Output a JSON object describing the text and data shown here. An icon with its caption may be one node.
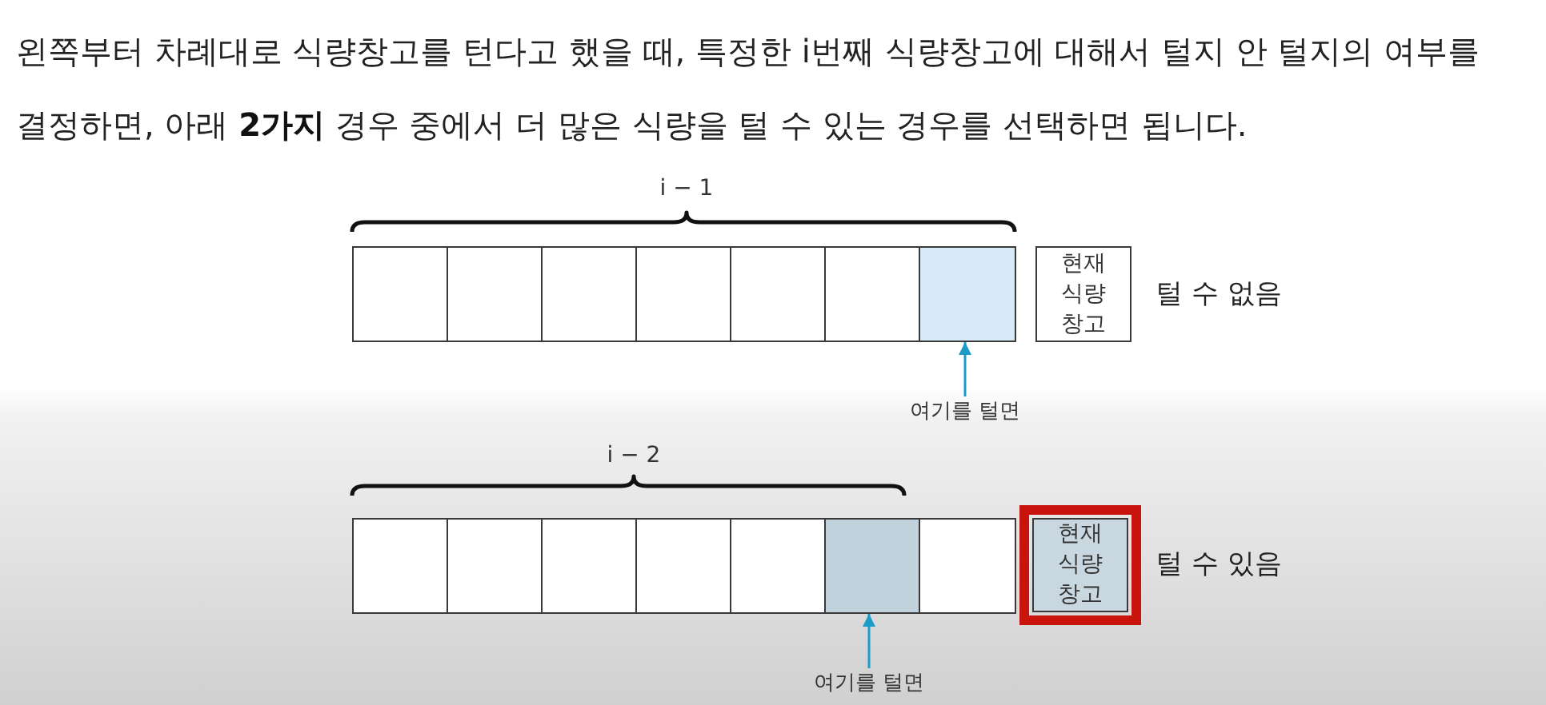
{
  "diagram": {
    "nodes": [
      {
        "text": [],
        "shape": "box"
      },
      {
        "text": [],
        "shape": "box"
      },
      {
        "text": [],
        "shape": "box"
      },
      {
        "text": [],
        "shape": "box"
      },
      {
        "text": [],
        "shape": "box"
      },
      {
        "text": [],
        "shape": "box"
      },
      {
        "text": [],
        "shape": "box"
      },
      {
        "text": [
          "현재 식량 창고"
        ],
        "beside": [
          "털 수 없음"
        ]
      },
      {
        "text": [
          "여기를 털면"
        ]
      },
      {
        "text": [],
        "shape": "box"
      },
      {
        "text": [],
        "shape": "box"
      },
      {
        "text": [],
        "shape": "box"
      },
      {
        "text": [],
        "shape": "box"
      },
      {
        "text": [],
        "shape": "box"
      },
      {
        "text": [],
        "shape": "box"
      },
      {
        "text": [],
        "shape": "box"
      },
      {
        "text": [
          "현재 식량 창고"
        ],
        "beside": [
          "털 수 있음"
        ]
      },
      {
        "text": [
          "여기를 털면"
        ]
      }
    ],
    "edges": [
      {
        "from": 8,
        "to": 6,
        "arrow": "to"
      },
      {
        "from": 17,
        "to": 14,
        "arrow": "to"
      }
    ],
    "labels": [
      "왼쪽부터 차례대로 식량창고를 턴다고 했을 때, 특정한 i번째 식량창고에 대해서 털지 안 털지의 여부를 결정하면, 아래 **2가지** 경우 중에서 더 많은 식량을 털 수 있는 경우를 선택하면 됩니다.",
      "i − 1",
      "i − 2"
    ]
  }
}
